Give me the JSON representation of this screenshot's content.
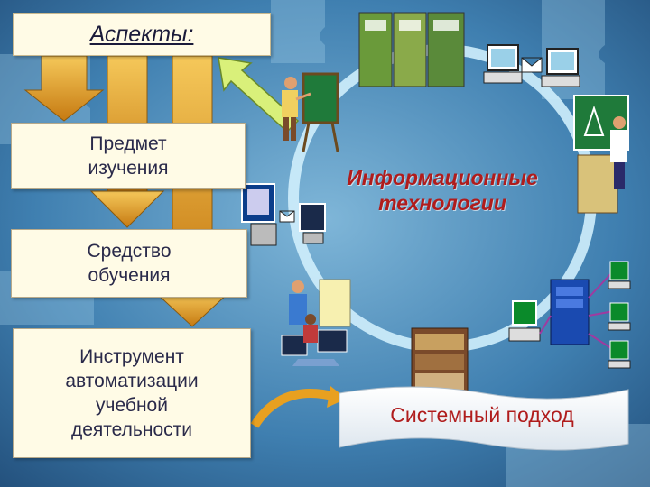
{
  "aspects_title": "Аспекты:",
  "aspect_items": [
    "Предмет\nизучения",
    "Средство\nобучения",
    "Инструмент\nавтоматизации\nучебной\nдеятельности"
  ],
  "cycle_label": "Информационные\nтехнологии",
  "system_label": "Системный подход",
  "colors": {
    "background": "#3a78a8",
    "box_fill": "#fffbe6",
    "arrow_orange": "#e8a020",
    "accent_red": "#b01c1c",
    "cycle_ring": "#cfeefc",
    "highlight_arrow": "#d9f07a"
  },
  "icons": [
    "puzzle-background",
    "down-arrow",
    "teacher-chalkboard-icon",
    "computer-envelope-icon",
    "books-shelf-icon",
    "network-server-icon",
    "students-computer-icon"
  ]
}
